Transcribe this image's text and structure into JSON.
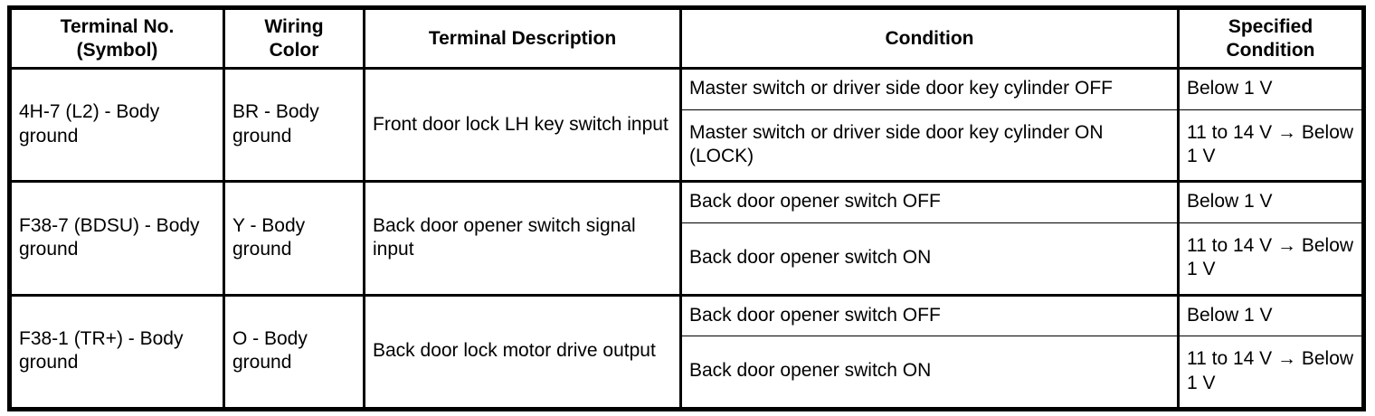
{
  "table": {
    "headers": [
      "Terminal No.\n(Symbol)",
      "Wiring\nColor",
      "Terminal Description",
      "Condition",
      "Specified\nCondition"
    ],
    "header_line1": [
      "Terminal No.",
      "Wiring",
      "Terminal Description",
      "Condition",
      "Specified"
    ],
    "header_line2": [
      "(Symbol)",
      "Color",
      "",
      "",
      "Condition"
    ],
    "rows": [
      {
        "terminal_no": "4H-7 (L2) - Body ground",
        "wiring_color": "BR - Body ground",
        "terminal_description": "Front door lock LH key switch input",
        "conditions": [
          {
            "condition": "Master switch or driver side door key cylinder OFF",
            "specified_condition": "Below 1 V"
          },
          {
            "condition": "Master switch or driver side door key cylinder ON (LOCK)",
            "specified_condition": "11 to 14 V → Below 1 V"
          }
        ]
      },
      {
        "terminal_no": "F38-7 (BDSU) - Body ground",
        "wiring_color": "Y - Body ground",
        "terminal_description": "Back door opener switch signal input",
        "conditions": [
          {
            "condition": "Back door opener switch OFF",
            "specified_condition": "Below 1 V"
          },
          {
            "condition": "Back door opener switch ON",
            "specified_condition": "11 to 14 V → Below 1 V"
          }
        ]
      },
      {
        "terminal_no": "F38-1 (TR+) - Body ground",
        "wiring_color": "O - Body ground",
        "terminal_description": "Back door lock motor drive output",
        "conditions": [
          {
            "condition": "Back door opener switch OFF",
            "specified_condition": "Below 1 V"
          },
          {
            "condition": "Back door opener switch ON",
            "specified_condition": "11 to 14 V → Below 1 V"
          }
        ]
      }
    ]
  },
  "colors": {
    "border": "#000000",
    "text": "#000000",
    "background": "#ffffff"
  }
}
